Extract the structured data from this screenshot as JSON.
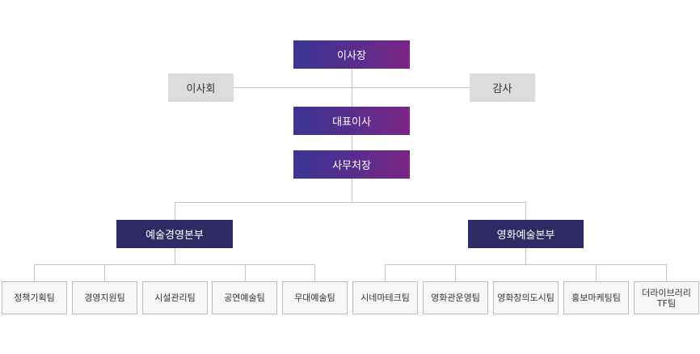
{
  "chairman": "이사장",
  "board": "이사회",
  "auditor": "감사",
  "ceo": "대표이사",
  "secretary_general": "사무처장",
  "divisions": [
    {
      "name": "예술경영본부",
      "teams": [
        "정책기획팀",
        "경영지원팀",
        "시설관리팀",
        "공연예술팀",
        "무대예술팀"
      ]
    },
    {
      "name": "영화예술본부",
      "teams": [
        "시네마테크팀",
        "영화관운영팀",
        "영화창의도시팀",
        "홍보마케팅팀",
        "더라이브러리\nTF팀"
      ]
    }
  ],
  "colors": {
    "executive_gradient": [
      "#3b3593",
      "#7c2585"
    ],
    "division": "#2f2a66",
    "board": "#dcdcdc",
    "connector": "#c4c4c4",
    "team_border": "#bdbdbd"
  }
}
